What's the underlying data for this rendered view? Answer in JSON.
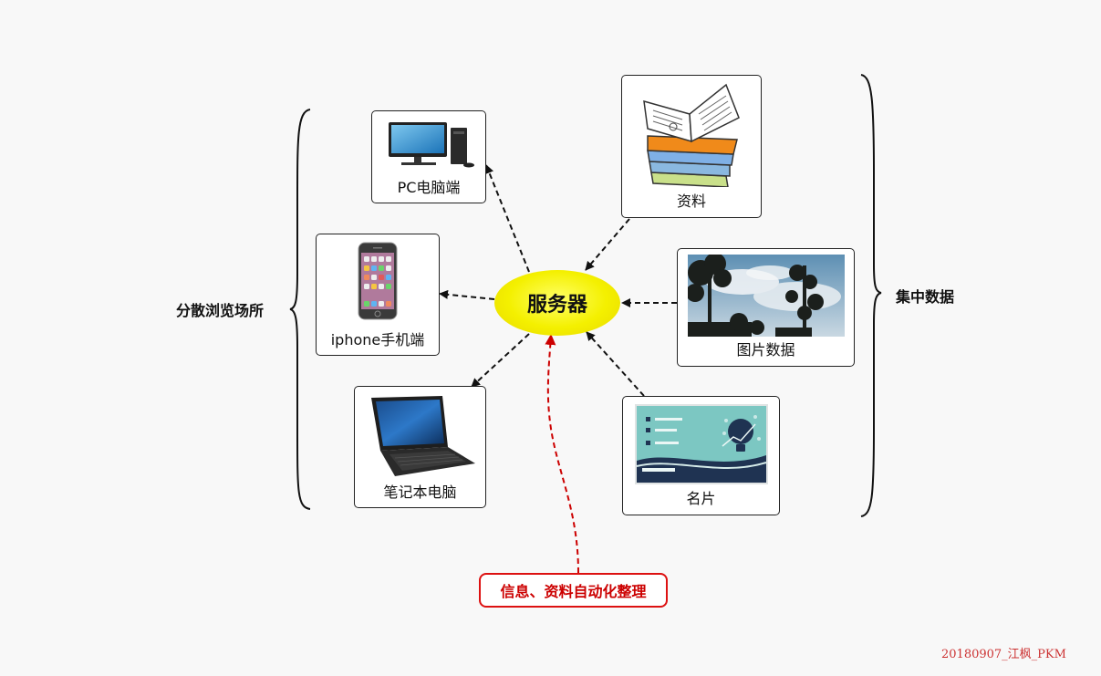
{
  "center": {
    "label": "服务器",
    "color": "#f4f000"
  },
  "clients": {
    "group_label": "分散浏览场所",
    "items": [
      {
        "label": "PC电脑端",
        "icon": "desktop-pc-icon"
      },
      {
        "label": "iphone手机端",
        "icon": "smartphone-icon"
      },
      {
        "label": "笔记本电脑",
        "icon": "laptop-icon"
      }
    ]
  },
  "sources": {
    "group_label": "集中数据",
    "items": [
      {
        "label": "资料",
        "icon": "books-icon"
      },
      {
        "label": "图片数据",
        "icon": "photo-icon"
      },
      {
        "label": "名片",
        "icon": "business-card-icon"
      }
    ]
  },
  "process": {
    "label": "信息、资料自动化整理",
    "color": "#cc1111"
  },
  "credit": "20180907_江枫_PKM"
}
